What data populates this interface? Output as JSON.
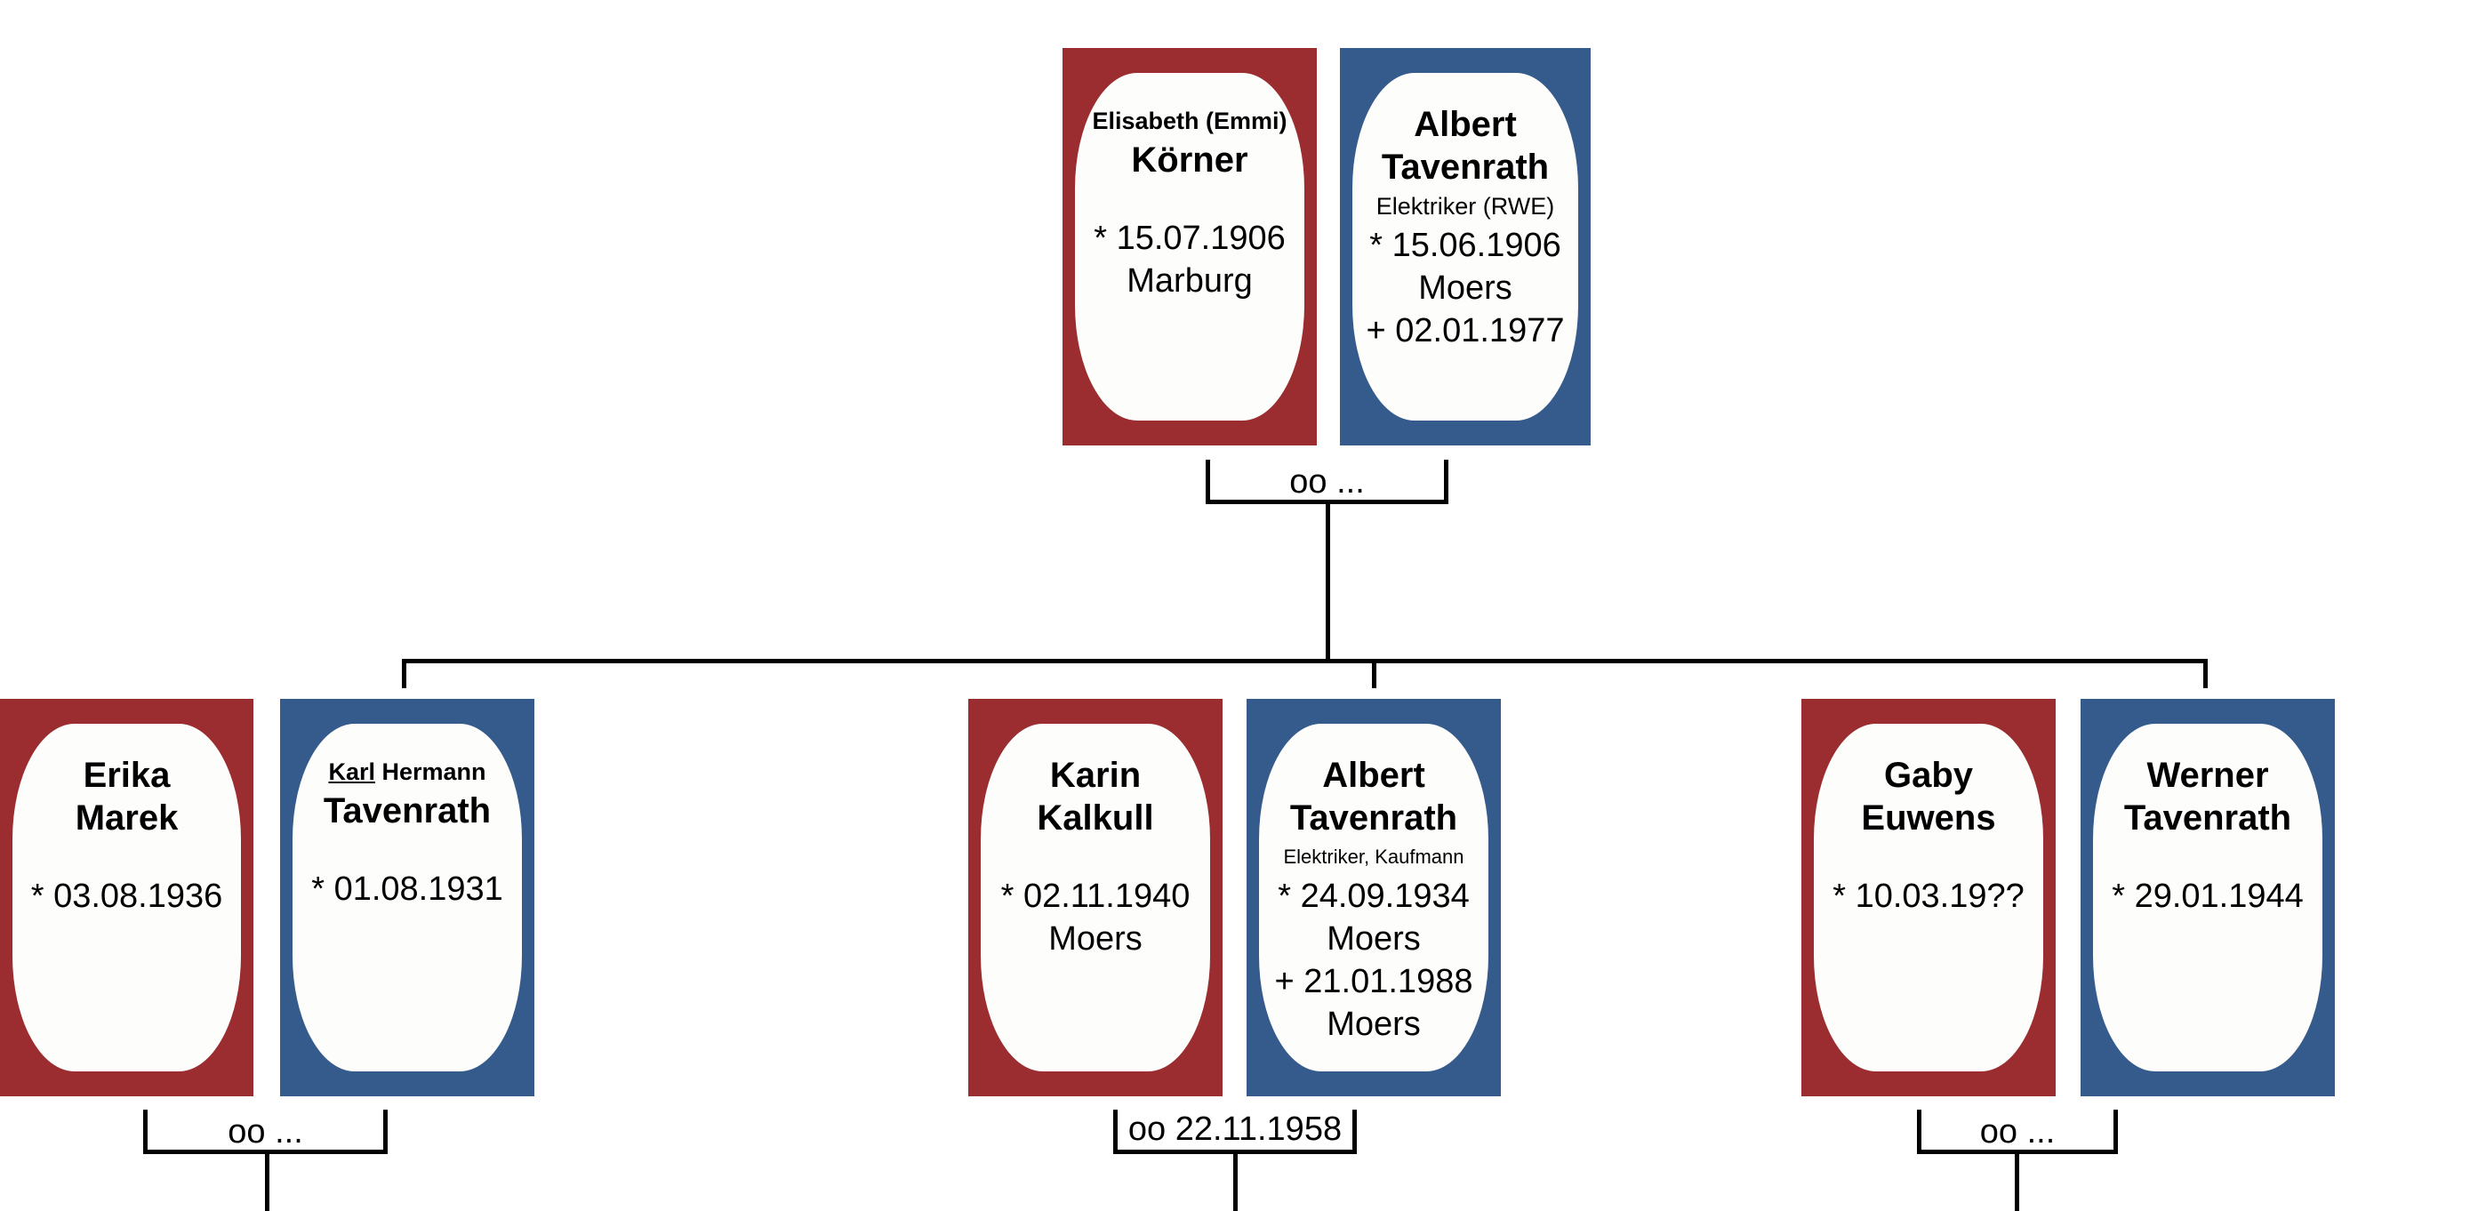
{
  "colors": {
    "female": "#9b2d30",
    "male": "#355a8c",
    "line": "#000000"
  },
  "generation1": {
    "wife": {
      "given_small": "Elisabeth (Emmi)",
      "surname": "Körner",
      "birth": "* 15.07.1906",
      "birth_place": "Marburg"
    },
    "husband": {
      "given": "Albert",
      "surname": "Tavenrath",
      "occupation": "Elektriker (RWE)",
      "birth": "* 15.06.1906",
      "birth_place": "Moers",
      "death": "+ 02.01.1977"
    },
    "marriage": "oo ..."
  },
  "generation2": [
    {
      "wife": {
        "given": "Erika",
        "surname": "Marek",
        "birth": "* 03.08.1936"
      },
      "husband": {
        "given_underlined": "Karl",
        "given_rest": " Hermann",
        "surname": "Tavenrath",
        "birth": "* 01.08.1931"
      },
      "marriage": "oo ..."
    },
    {
      "wife": {
        "given": "Karin",
        "surname": "Kalkull",
        "birth": "* 02.11.1940",
        "birth_place": "Moers"
      },
      "husband": {
        "given": "Albert",
        "surname": "Tavenrath",
        "occupation": "Elektriker, Kaufmann",
        "birth": "* 24.09.1934",
        "birth_place": "Moers",
        "death": "+ 21.01.1988",
        "death_place": "Moers"
      },
      "marriage": "oo 22.11.1958"
    },
    {
      "wife": {
        "given": "Gaby",
        "surname": "Euwens",
        "birth": "* 10.03.19??"
      },
      "husband": {
        "given": "Werner",
        "surname": "Tavenrath",
        "birth": "* 29.01.1944"
      },
      "marriage": "oo ..."
    }
  ]
}
